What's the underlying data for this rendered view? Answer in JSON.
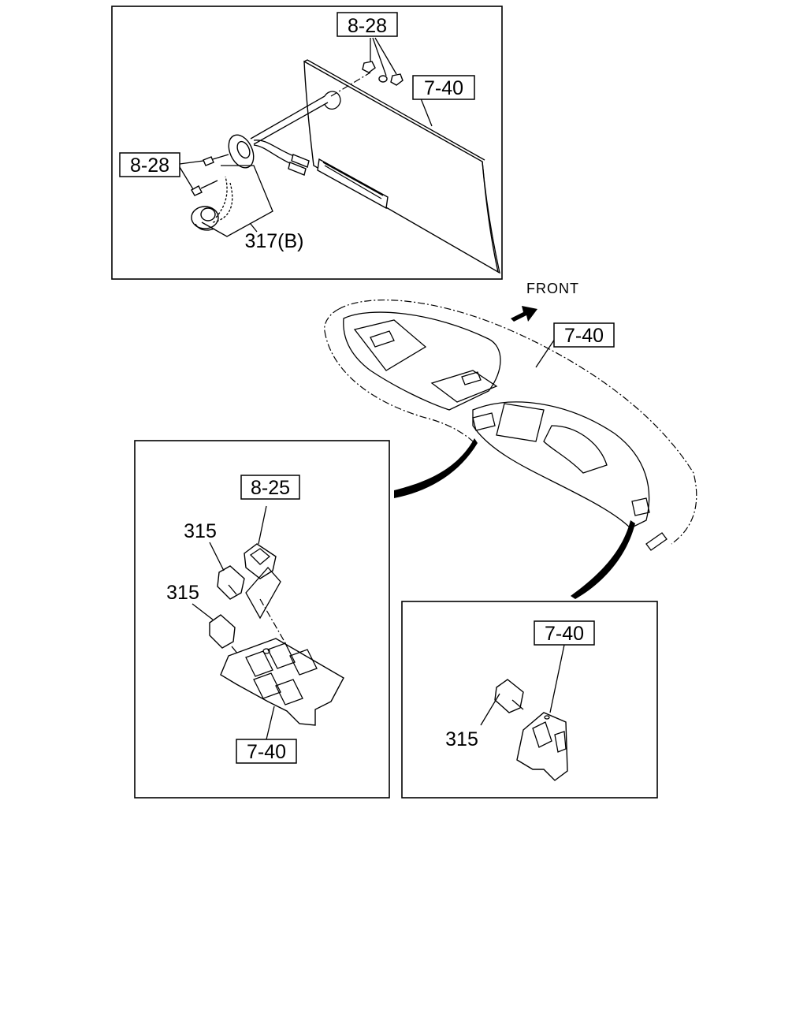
{
  "labels": {
    "top_nut": "8-28",
    "top_panel": "7-40",
    "top_bolt": "8-28",
    "top_lock": "317(B)",
    "front": "FRONT",
    "dash_main": "7-40",
    "left_clip": "8-25",
    "left_switch_upper": "315",
    "left_switch_lower": "315",
    "left_bracket": "7-40",
    "right_bracket": "7-40",
    "right_switch": "315"
  }
}
